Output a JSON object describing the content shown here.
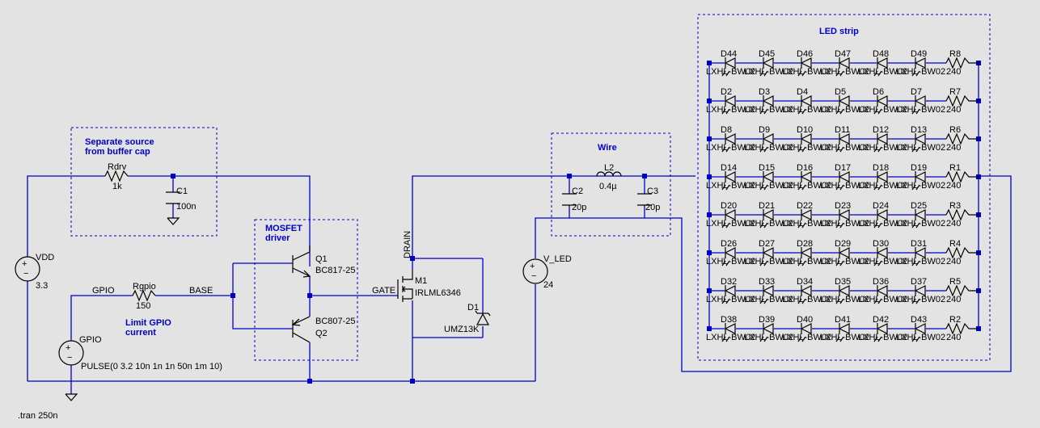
{
  "notes": {
    "separate": [
      "Separate source",
      "from buffer cap"
    ],
    "mosfet": [
      "MOSFET",
      "driver"
    ],
    "wire": "Wire",
    "strip": "LED strip",
    "limit": [
      "Limit GPIO",
      "current"
    ]
  },
  "components": {
    "vdd": {
      "name": "VDD",
      "value": "3.3"
    },
    "rdrv": {
      "name": "Rdrv",
      "value": "1k"
    },
    "c1": {
      "name": "C1",
      "value": "100n"
    },
    "q1": {
      "name": "Q1",
      "value": "BC817-25"
    },
    "q2": {
      "name": "Q2",
      "value": "BC807-25"
    },
    "rgpio": {
      "name": "Rgpio",
      "value": "150"
    },
    "gpio": {
      "name": "GPIO",
      "value": "PULSE(0 3.2 10n 1n 1n 50n 1m 10)"
    },
    "m1": {
      "name": "M1",
      "value": "IRLML6346"
    },
    "d1": {
      "name": "D1",
      "value": "UMZ13K"
    },
    "vled": {
      "name": "V_LED",
      "value": "24"
    },
    "l2": {
      "name": "L2",
      "value": "0.4µ"
    },
    "c2": {
      "name": "C2",
      "value": "20p"
    },
    "c3": {
      "name": "C3",
      "value": "20p"
    }
  },
  "nets": {
    "gpio": "GPIO",
    "base": "BASE",
    "gate": "GATE",
    "drain": "DRAIN"
  },
  "directive": ".tran 250n",
  "led_strip": {
    "led_model": "LXHL-BW02",
    "rows": [
      {
        "diodes": [
          "D44",
          "D45",
          "D46",
          "D47",
          "D48",
          "D49"
        ],
        "resistor": "R8",
        "value": "240"
      },
      {
        "diodes": [
          "D2",
          "D3",
          "D4",
          "D5",
          "D6",
          "D7"
        ],
        "resistor": "R7",
        "value": "240"
      },
      {
        "diodes": [
          "D8",
          "D9",
          "D10",
          "D11",
          "D12",
          "D13"
        ],
        "resistor": "R6",
        "value": "240"
      },
      {
        "diodes": [
          "D14",
          "D15",
          "D16",
          "D17",
          "D18",
          "D19"
        ],
        "resistor": "R1",
        "value": "240"
      },
      {
        "diodes": [
          "D20",
          "D21",
          "D22",
          "D23",
          "D24",
          "D25"
        ],
        "resistor": "R3",
        "value": "240"
      },
      {
        "diodes": [
          "D26",
          "D27",
          "D28",
          "D29",
          "D30",
          "D31"
        ],
        "resistor": "R4",
        "value": "240"
      },
      {
        "diodes": [
          "D32",
          "D33",
          "D34",
          "D35",
          "D36",
          "D37"
        ],
        "resistor": "R5",
        "value": "240"
      },
      {
        "diodes": [
          "D38",
          "D39",
          "D40",
          "D41",
          "D42",
          "D43"
        ],
        "resistor": "R2",
        "value": "240"
      }
    ]
  },
  "colors": {
    "wire": "#0000c8",
    "component": "#000000",
    "background": "#e3e3e3"
  }
}
